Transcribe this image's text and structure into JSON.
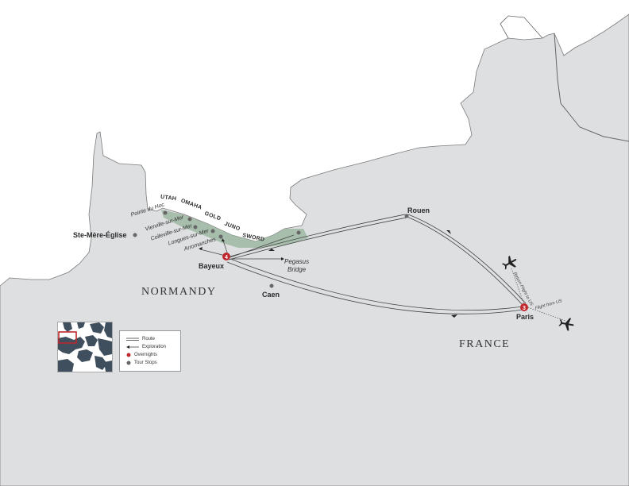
{
  "map": {
    "region_label": "NORMANDY",
    "country_label": "FRANCE",
    "colors": {
      "land": "#dddfe1",
      "sea": "#ffffff",
      "border": "#555555",
      "beach_zone": "#9fb9a2",
      "route": "#444444",
      "overnight": "#c0272d",
      "stop": "#666666"
    }
  },
  "cities": {
    "bayeux": {
      "name": "Bayeux",
      "overnight_number": "4"
    },
    "paris": {
      "name": "Paris",
      "overnight_number": "3"
    },
    "rouen": {
      "name": "Rouen"
    },
    "caen": {
      "name": "Caen"
    },
    "ste_mere": {
      "name": "Ste-Mère-Église"
    },
    "pegasus": {
      "line1": "Pegasus",
      "line2": "Bridge"
    }
  },
  "stops": {
    "pointe_du_hoc": "Pointe du Hoc",
    "vierville": "Vierville-sur-Mer",
    "colleville": "Colleville-sur-Mer",
    "longues": "Longues-sur-Mer",
    "arromanches": "Arromanches"
  },
  "beaches": {
    "utah": "UTAH",
    "omaha": "OMAHA",
    "gold": "GOLD",
    "juno": "JUNO",
    "sword": "SWORD"
  },
  "flights": {
    "return": "Return Flight to US",
    "from": "Flight from US",
    "plane_icon": "airplane-icon"
  },
  "legend": {
    "route": "Route",
    "exploration": "Exploration",
    "overnights": "Overnights",
    "tour_stops": "Tour Stops"
  }
}
